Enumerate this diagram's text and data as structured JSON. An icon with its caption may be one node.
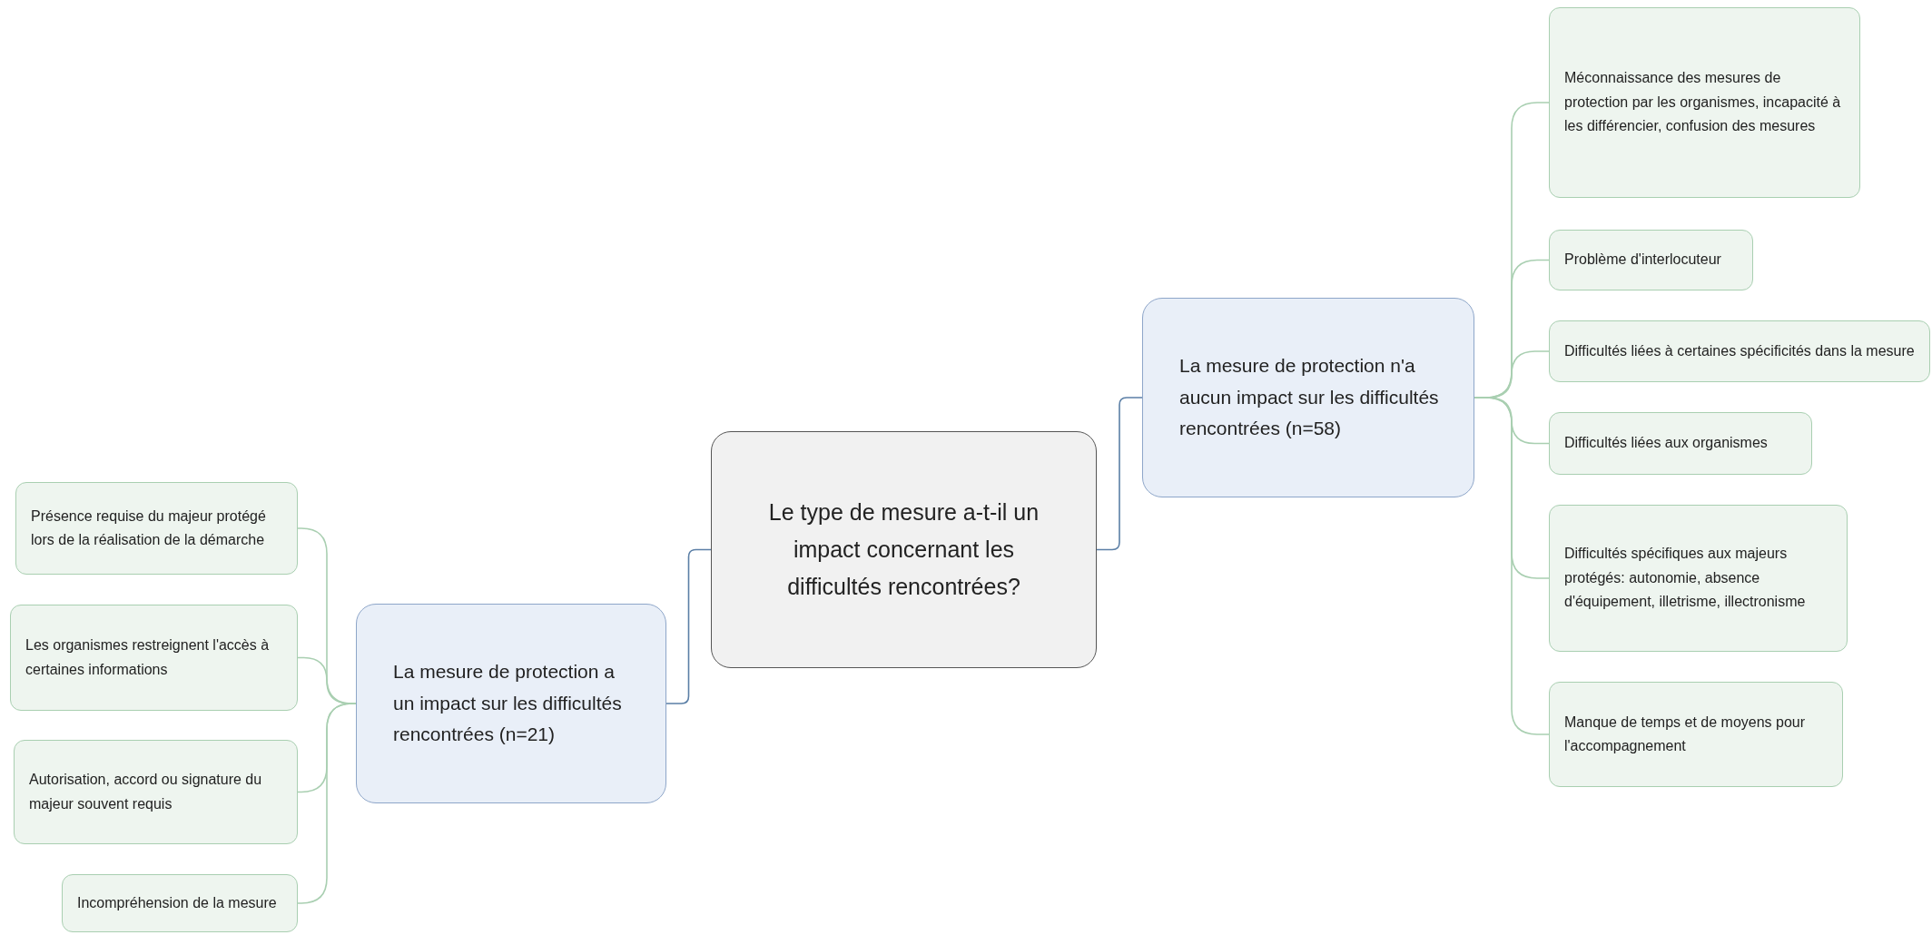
{
  "diagram": {
    "nodes": [
      {
        "text": [
          "Le type de mesure a-t-il un impact concernant les difficultés rencontrées?"
        ]
      },
      {
        "text": [
          "La mesure de protection a un impact sur les difficultés rencontrées (n=21)"
        ]
      },
      {
        "text": [
          "Présence requise du majeur protégé lors de la réalisation de la démarche"
        ]
      },
      {
        "text": [
          "Les organismes restreignent l'accès à certaines informations"
        ]
      },
      {
        "text": [
          "Autorisation, accord ou signature du majeur souvent requis"
        ]
      },
      {
        "text": [
          "Incompréhension de la mesure"
        ]
      },
      {
        "text": [
          "La mesure de protection n'a aucun impact sur les difficultés rencontrées (n=58)"
        ]
      },
      {
        "text": [
          "Méconnaissance des mesures de protection par les organismes, incapacité à les différencier, confusion des mesures"
        ]
      },
      {
        "text": [
          "Problème d'interlocuteur"
        ]
      },
      {
        "text": [
          "Difficultés liées à certaines spécificités dans la mesure"
        ]
      },
      {
        "text": [
          "Difficultés liées aux organismes"
        ]
      },
      {
        "text": [
          "Difficultés spécifiques aux majeurs protégés: autonomie, absence d'équipement, illetrisme, illectronisme"
        ]
      },
      {
        "text": [
          "Manque de temps et de moyens pour l'accompagnement"
        ]
      }
    ],
    "edges": [
      {
        "from": 0,
        "to": 1,
        "arrow": "none",
        "color": "#5b7fa6"
      },
      {
        "from": 1,
        "to": 2,
        "arrow": "none"
      },
      {
        "from": 1,
        "to": 3,
        "arrow": "none"
      },
      {
        "from": 1,
        "to": 4,
        "arrow": "none"
      },
      {
        "from": 1,
        "to": 5,
        "arrow": "none"
      },
      {
        "from": 0,
        "to": 6,
        "arrow": "none",
        "color": "#5b7fa6"
      },
      {
        "from": 6,
        "to": 7,
        "arrow": "none"
      },
      {
        "from": 6,
        "to": 8,
        "arrow": "none"
      },
      {
        "from": 6,
        "to": 9,
        "arrow": "none"
      },
      {
        "from": 6,
        "to": 10,
        "arrow": "none"
      },
      {
        "from": 6,
        "to": 11,
        "arrow": "none"
      },
      {
        "from": 6,
        "to": 12,
        "arrow": "none"
      }
    ]
  }
}
